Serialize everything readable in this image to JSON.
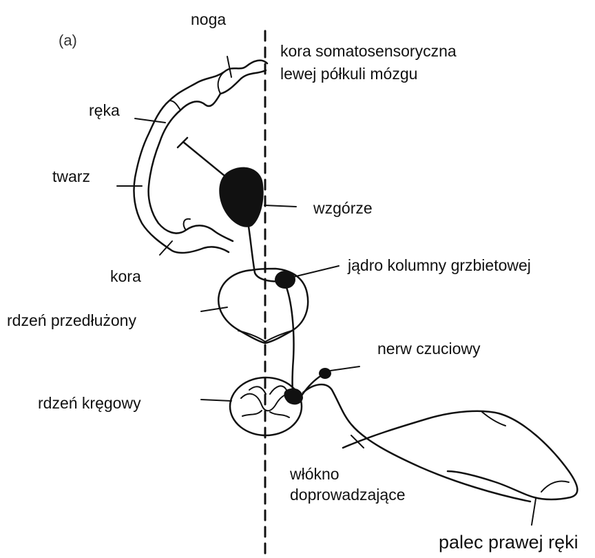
{
  "panel_label": "(a)",
  "labels": {
    "noga": "noga",
    "cortex_title_line1": "kora somatosensoryczna",
    "cortex_title_line2": "lewej półkuli mózgu",
    "reka": "ręka",
    "twarz": "twarz",
    "wzgorze": "wzgórze",
    "kora": "kora",
    "jadro": "jądro kolumny grzbietowej",
    "rdzen_przedluzony": "rdzeń przedłużony",
    "nerw_czuciowy": "nerw czuciowy",
    "rdzen_kregowy": "rdzeń kręgowy",
    "wlokno_line1": "włókno",
    "wlokno_line2": "doprowadzające",
    "palec": "palec prawej ręki"
  }
}
